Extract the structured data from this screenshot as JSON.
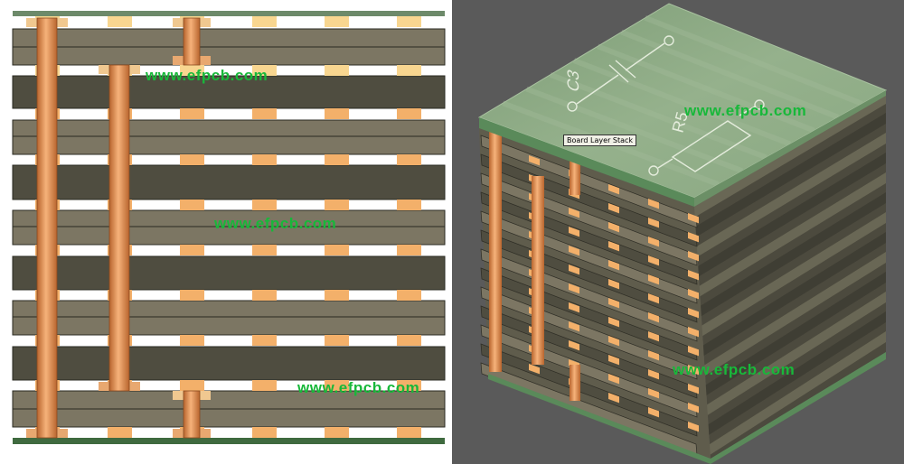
{
  "watermarks": {
    "left_top": "www.efpcb.com",
    "left_mid": "www.efpcb.com",
    "left_bottom": "www.efpcb.com",
    "right_top": "www.efpcb.com",
    "right_bottom": "www.efpcb.com"
  },
  "tooltip": "Board Layer Stack",
  "top_silkscreen": {
    "capacitor_ref": "C3",
    "resistor_ref": "R5"
  },
  "colors": {
    "background_right": "#5a5a5a",
    "layer_light": "#7c7663",
    "layer_dark": "#4f4d40",
    "copper_pad": "#f3b06a",
    "copper_via": "#d9884a",
    "board_surface": "#8aa882",
    "solder_mask": "#5a8a5a",
    "watermark": "#18b83a"
  }
}
